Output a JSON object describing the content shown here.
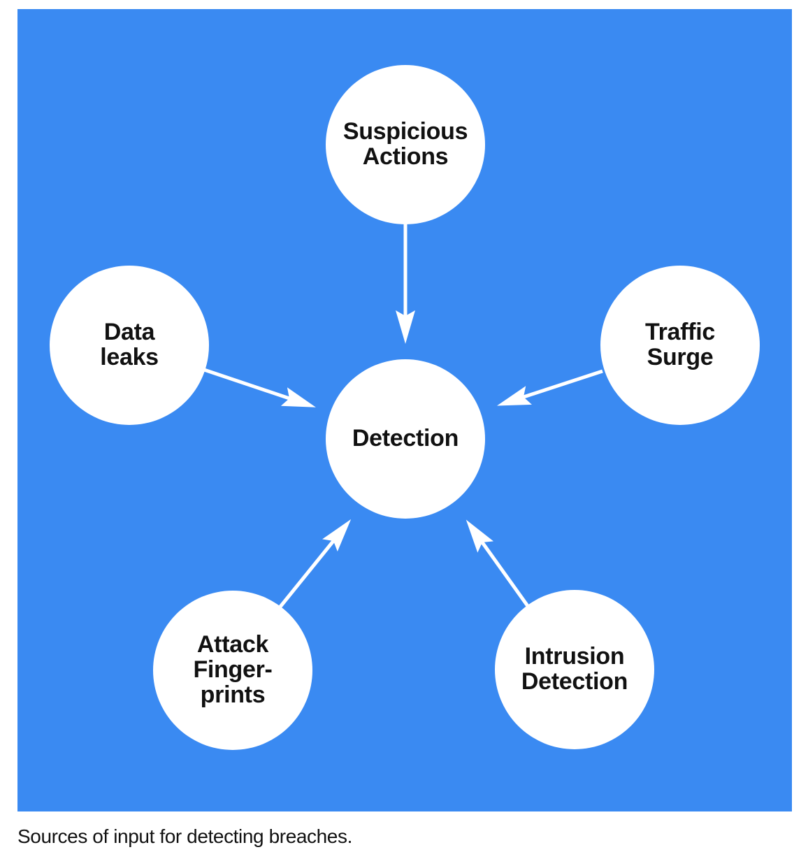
{
  "diagram": {
    "panel_color": "#3a8af2",
    "node_fill": "#ffffff",
    "arrow_color": "#ffffff",
    "text_color": "#111111",
    "center_node": {
      "label": "Detection"
    },
    "source_nodes": [
      {
        "name": "suspicious-actions",
        "label": "Suspicious\nActions"
      },
      {
        "name": "data-leaks",
        "label": "Data\nleaks"
      },
      {
        "name": "traffic-surge",
        "label": "Traffic\nSurge"
      },
      {
        "name": "attack-fingerprints",
        "label": "Attack\nFinger-\nprints"
      },
      {
        "name": "intrusion-detection",
        "label": "Intrusion\nDetection"
      }
    ]
  },
  "caption": "Sources of input for detecting breaches."
}
